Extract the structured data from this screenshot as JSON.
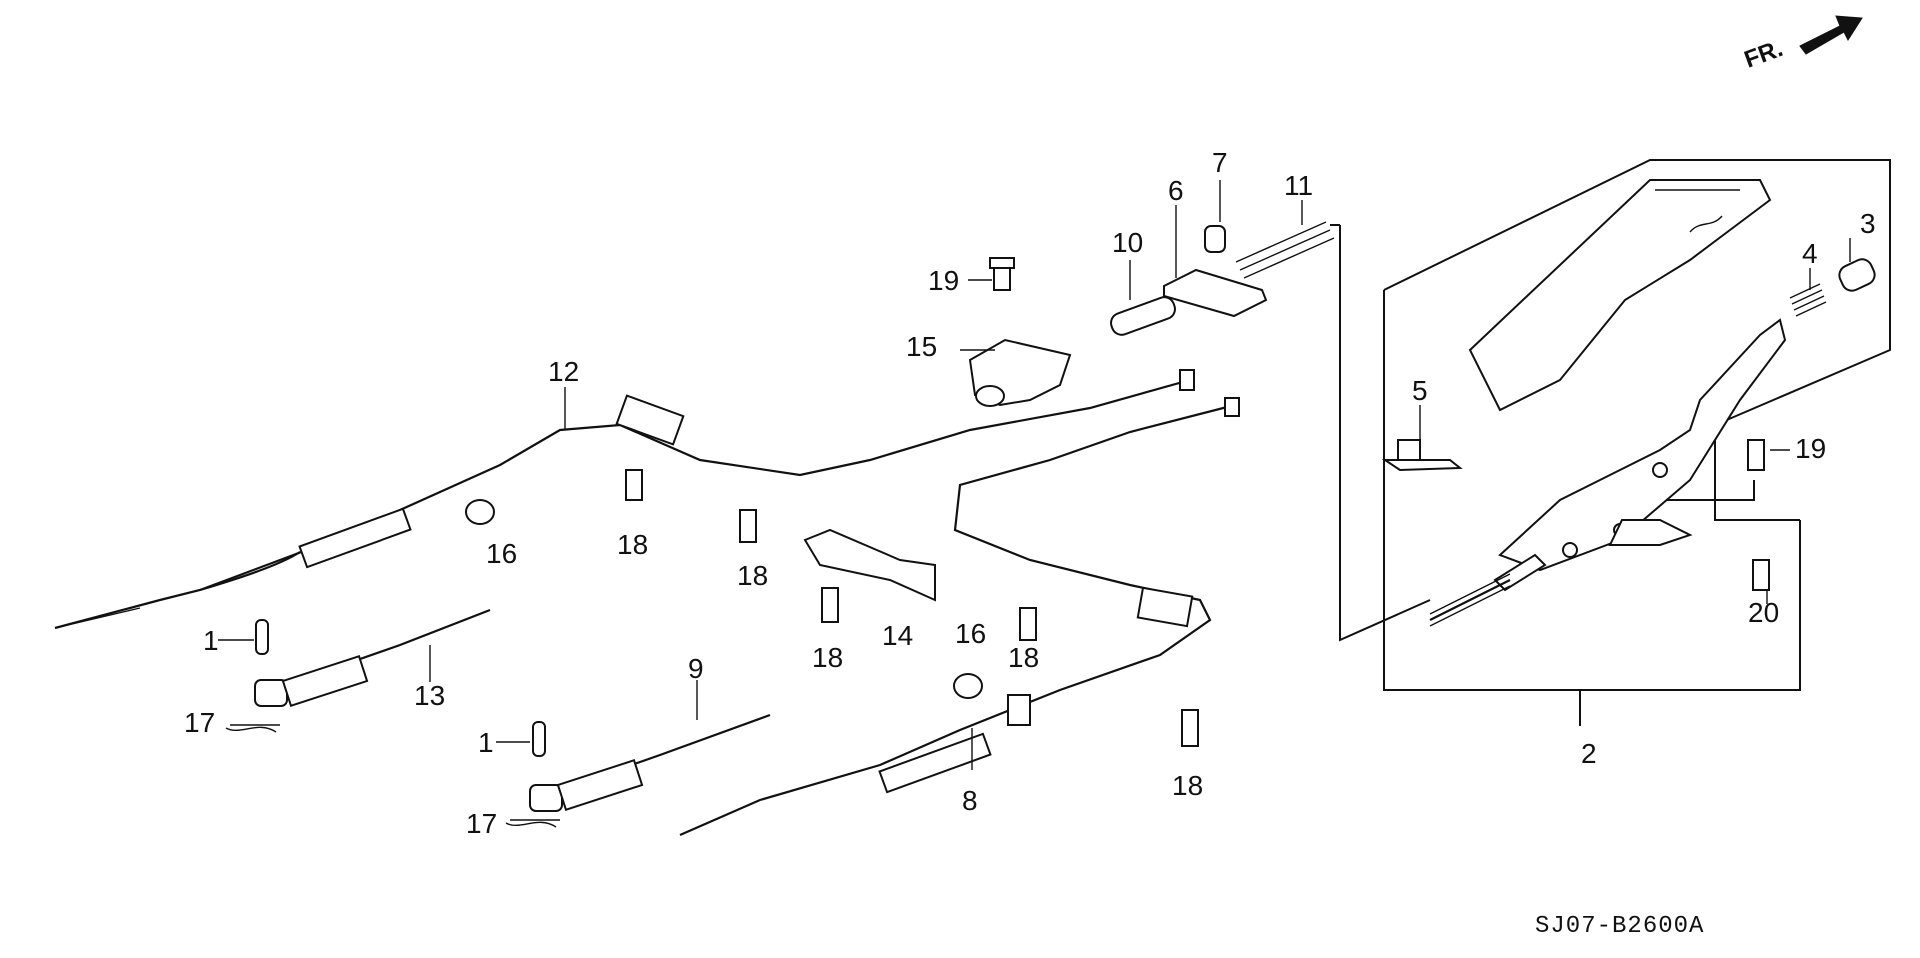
{
  "direction_label": "FR.",
  "drawing_code": "SJ07-B2600A",
  "callouts": {
    "c1a": "1",
    "c1b": "1",
    "c2": "2",
    "c3": "3",
    "c4": "4",
    "c5": "5",
    "c6": "6",
    "c7": "7",
    "c8": "8",
    "c9": "9",
    "c10": "10",
    "c11": "11",
    "c12": "12",
    "c13": "13",
    "c14": "14",
    "c15": "15",
    "c16a": "16",
    "c16b": "16",
    "c17a": "17",
    "c17b": "17",
    "c18a": "18",
    "c18b": "18",
    "c18c": "18",
    "c18d": "18",
    "c18e": "18",
    "c19a": "19",
    "c19b": "19",
    "c20": "20"
  }
}
